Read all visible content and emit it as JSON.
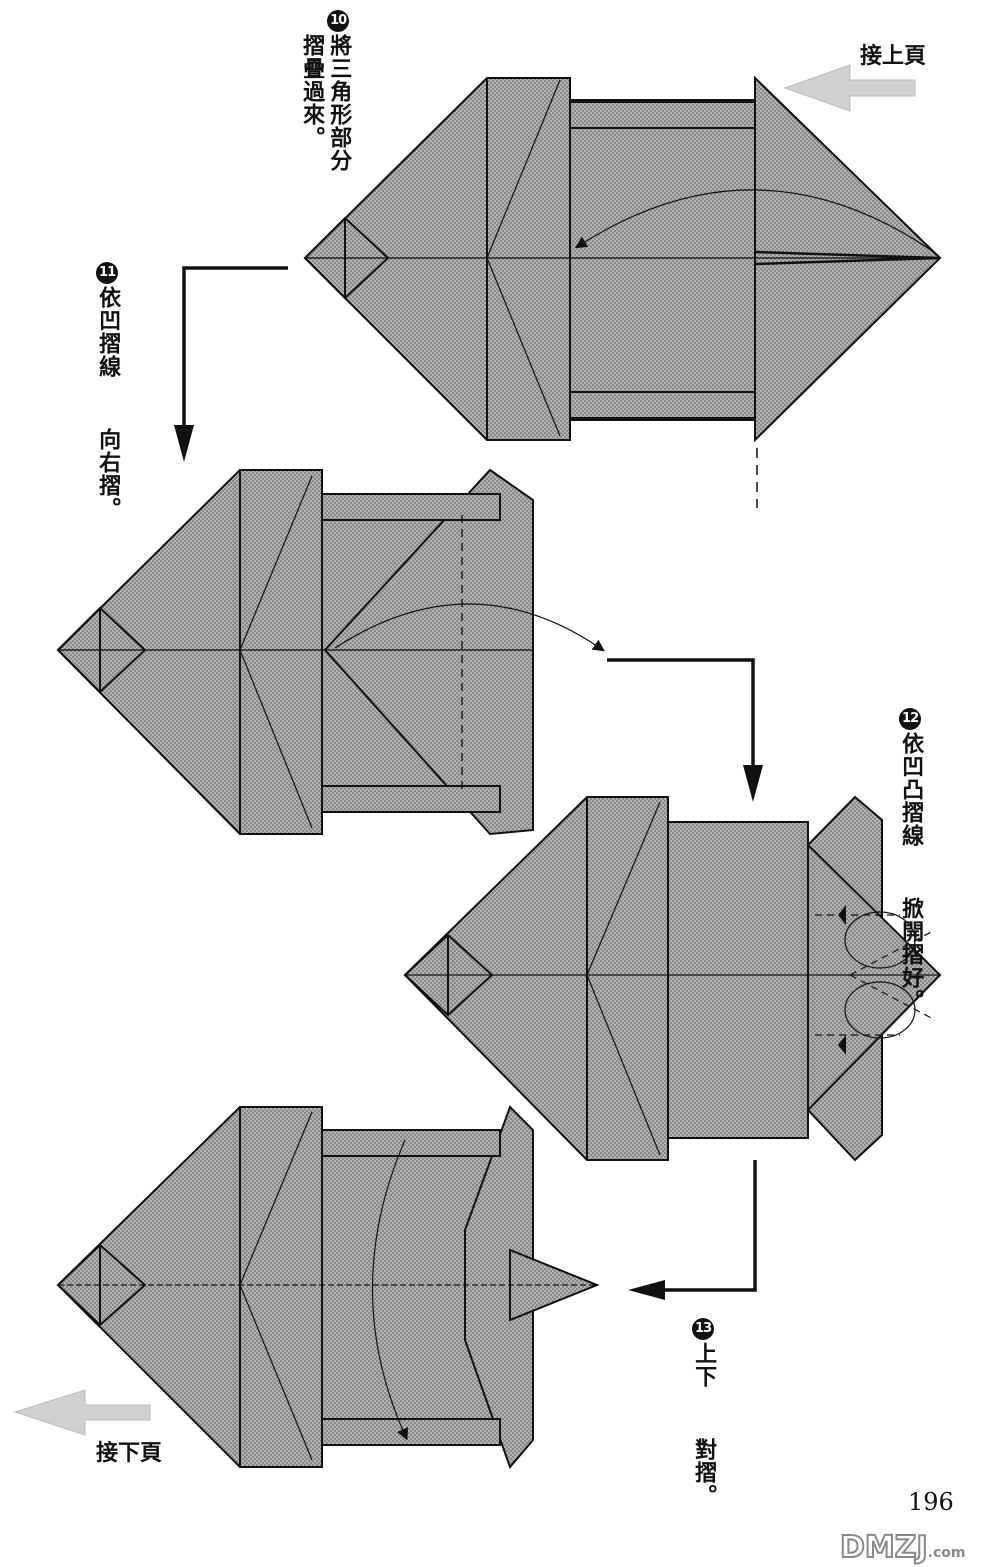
{
  "nav": {
    "continue_from_prev": "接上頁",
    "continue_to_next": "接下頁"
  },
  "steps": [
    {
      "number": "10",
      "lines": [
        "將三角形部分",
        "摺疊過來。"
      ]
    },
    {
      "number": "11",
      "lines": [
        "依凹摺線",
        "向右摺。"
      ]
    },
    {
      "number": "12",
      "lines": [
        "依凹凸摺線",
        "掀開摺好。"
      ]
    },
    {
      "number": "13",
      "lines": [
        "上下",
        "對摺。"
      ]
    }
  ],
  "page_number": "196",
  "watermark": {
    "brand": "DMZJ",
    "suffix": ".com"
  },
  "colors": {
    "paper_fill": "#a9a9a9",
    "line": "#111111",
    "arrow_light": "#cccccc"
  }
}
